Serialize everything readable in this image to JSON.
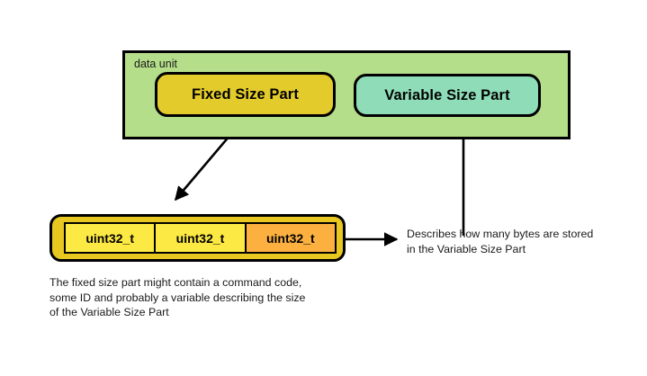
{
  "diagram": {
    "container": {
      "label": "data unit",
      "fill_color": "#b5de8a",
      "border_color": "#000000"
    },
    "parts": [
      {
        "name": "fixed-size-part",
        "label": "Fixed Size Part",
        "fill_color": "#e3cb2b"
      },
      {
        "name": "variable-size-part",
        "label": "Variable Size Part",
        "fill_color": "#8fddb8"
      }
    ],
    "struct": {
      "outer_fill": "#e8c820",
      "cells": [
        {
          "label": "uint32_t",
          "fill_color": "#fde944"
        },
        {
          "label": "uint32_t",
          "fill_color": "#fde944"
        },
        {
          "label": "uint32_t",
          "fill_color": "#fbb040"
        }
      ]
    },
    "captions": {
      "struct_note": "The fixed size part might contain a command code,\nsome ID and probably a variable describing the size\nof the Variable Size Part",
      "length_note": "Describes how many bytes are stored\nin the Variable Size Part"
    },
    "arrows": [
      {
        "name": "fixed-part-to-struct",
        "direction": "down-left"
      },
      {
        "name": "length-field-to-note",
        "direction": "right"
      },
      {
        "name": "note-to-variable-part",
        "direction": "up"
      }
    ]
  }
}
